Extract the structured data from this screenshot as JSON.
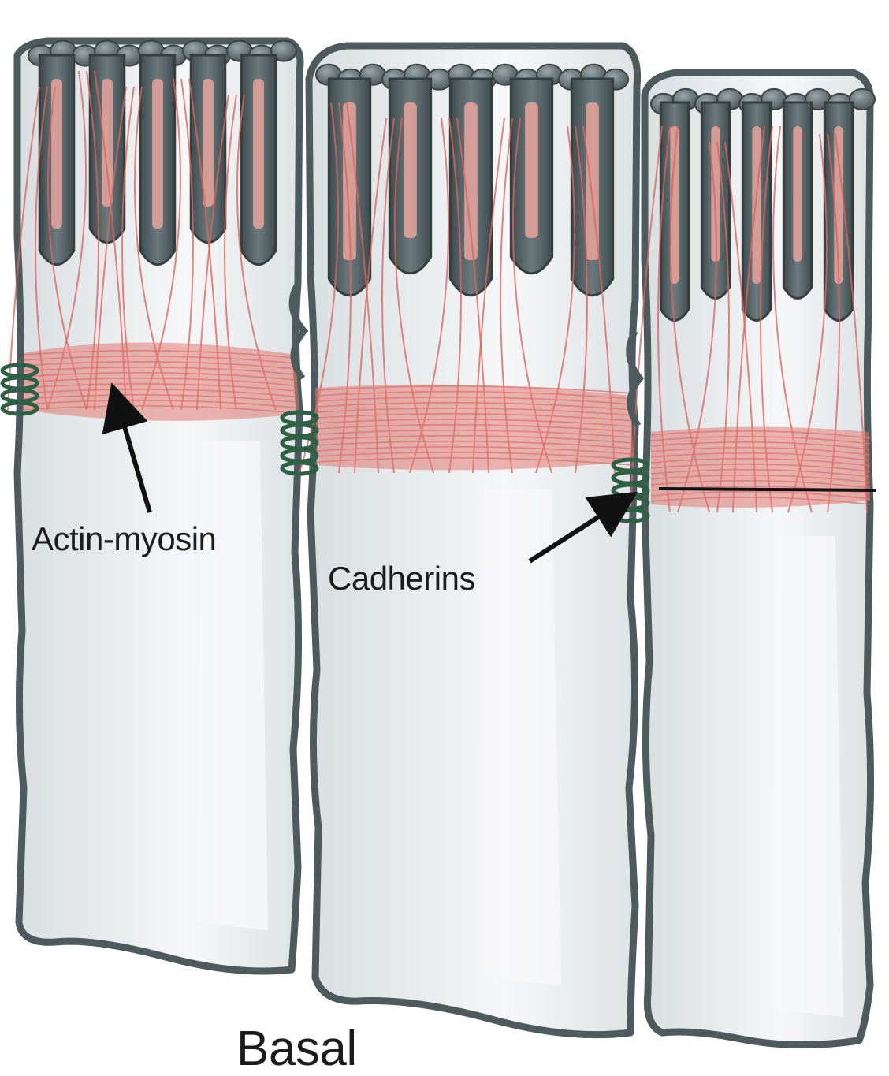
{
  "diagram": {
    "labels": {
      "actin_myosin": "Actin-myosin",
      "cadherins": "Cadherins",
      "basal": "Basal"
    }
  },
  "colors": {
    "membrane": "#4d5a5e",
    "microvilli": "#56656a",
    "actin": "#e07a72",
    "cadherin": "#2f5f45",
    "cytoplasm": "#e6eaec",
    "arrow": "#111111"
  }
}
